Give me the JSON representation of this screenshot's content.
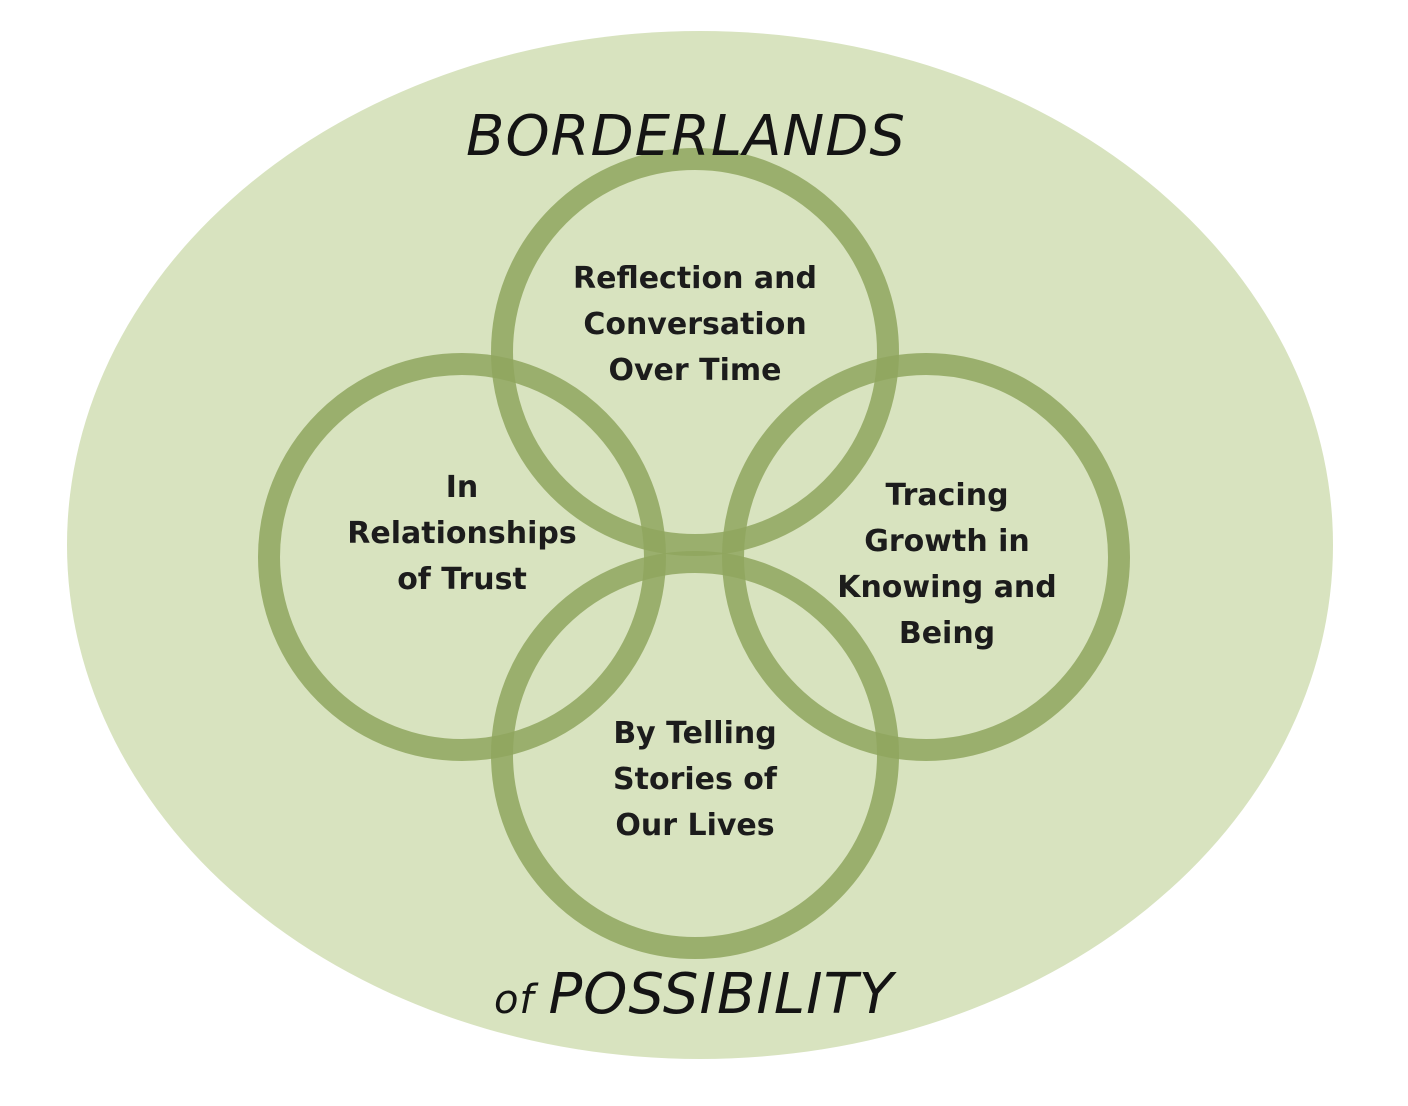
{
  "diagram": {
    "title_top": "BORDERLANDS",
    "title_bottom_prefix": "of",
    "title_bottom_main": "POSSIBILITY",
    "colors": {
      "outer_fill": "#d8e3bf",
      "ring_stroke": "#8fa65e",
      "overlap_stroke": "#6f8a3e",
      "text": "#1c1c1c"
    },
    "circles": [
      {
        "id": "top",
        "lines": [
          "Reflection and",
          "Conversation",
          "Over Time"
        ]
      },
      {
        "id": "left",
        "lines": [
          "In",
          "Relationships",
          "of Trust"
        ]
      },
      {
        "id": "right",
        "lines": [
          "Tracing",
          "Growth in",
          "Knowing and",
          "Being"
        ]
      },
      {
        "id": "bottom",
        "lines": [
          "By Telling",
          "Stories of",
          "Our Lives"
        ]
      }
    ]
  }
}
